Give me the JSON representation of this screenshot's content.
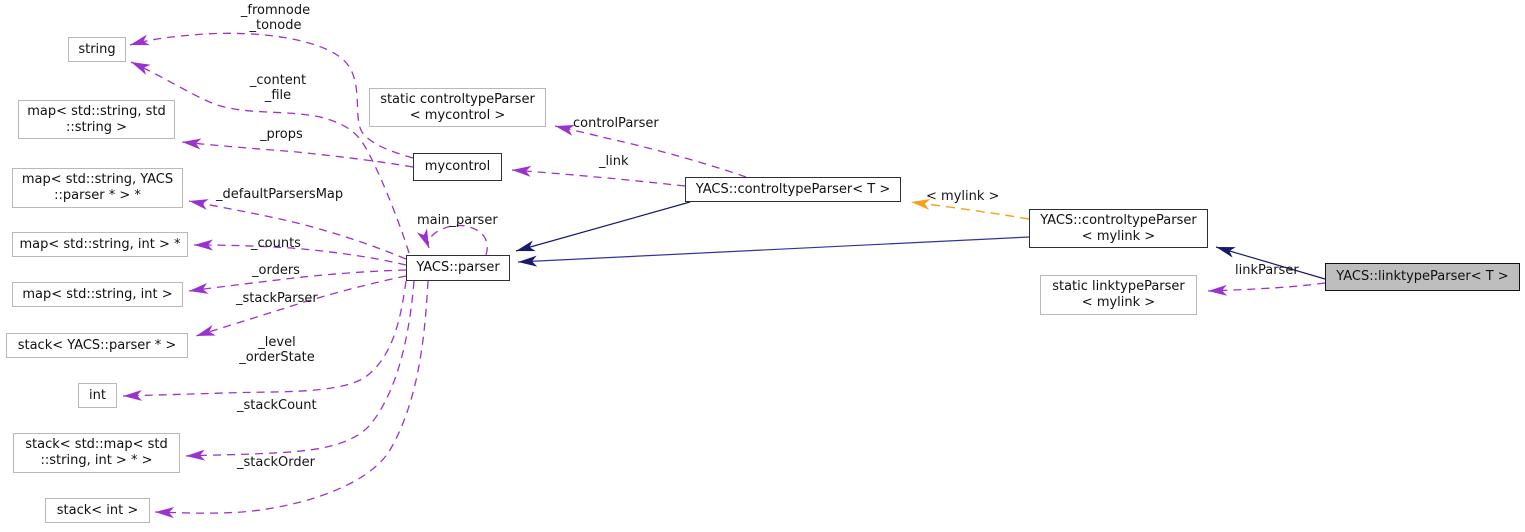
{
  "diagram_type": "collaboration-graph",
  "colors": {
    "member_edge": "#9a32cd",
    "inheritance_edge": "#191970",
    "template_edge": "#f7a11a",
    "node_background": "#ffffff",
    "node_border_light": "#b9b9b9",
    "node_border_dark": "#2f2f2f",
    "main_node_background": "#bebebe",
    "page_background": "#ffffff"
  },
  "nodes": {
    "string": {
      "lines": [
        "string"
      ]
    },
    "map_string_string": {
      "lines": [
        "map< std::string, std",
        "::string >"
      ]
    },
    "map_string_parser_ptr": {
      "lines": [
        "map< std::string, YACS",
        "::parser * > *"
      ]
    },
    "map_string_int_ptr": {
      "lines": [
        "map< std::string, int > *"
      ]
    },
    "map_string_int": {
      "lines": [
        "map< std::string, int >"
      ]
    },
    "stack_parser_ptr": {
      "lines": [
        "stack< YACS::parser * >"
      ]
    },
    "int": {
      "lines": [
        "int"
      ]
    },
    "stack_map": {
      "lines": [
        "stack< std::map< std",
        "::string, int > * >"
      ]
    },
    "stack_int": {
      "lines": [
        "stack< int >"
      ]
    },
    "static_controltypeparser": {
      "lines": [
        "static controltypeParser",
        "< mycontrol >"
      ]
    },
    "mycontrol": {
      "lines": [
        "mycontrol"
      ]
    },
    "yacs_parser": {
      "lines": [
        "YACS::parser"
      ]
    },
    "controltypeparser_t": {
      "lines": [
        "YACS::controltypeParser< T >"
      ]
    },
    "controltypeparser_mylink": {
      "lines": [
        "YACS::controltypeParser",
        "< mylink >"
      ]
    },
    "static_linktypeparser": {
      "lines": [
        "static linktypeParser",
        "< mylink >"
      ]
    },
    "linktypeparser_t": {
      "lines": [
        "YACS::linktypeParser< T >"
      ]
    }
  },
  "edge_labels": {
    "fromnode_tonode": {
      "lines": [
        "_fromnode",
        "_tonode"
      ]
    },
    "content_file": {
      "lines": [
        "_content",
        "_file"
      ]
    },
    "props": {
      "lines": [
        "_props"
      ]
    },
    "default_parsers_map": {
      "lines": [
        "_defaultParsersMap"
      ]
    },
    "counts": {
      "lines": [
        "_counts"
      ]
    },
    "orders": {
      "lines": [
        "_orders"
      ]
    },
    "stack_parser": {
      "lines": [
        "_stackParser"
      ]
    },
    "level_order_state": {
      "lines": [
        "_level",
        "_orderState"
      ]
    },
    "stack_count": {
      "lines": [
        "_stackCount"
      ]
    },
    "stack_order": {
      "lines": [
        "_stackOrder"
      ]
    },
    "main_parser": {
      "lines": [
        "main_parser"
      ]
    },
    "link": {
      "lines": [
        "_link"
      ]
    },
    "control_parser": {
      "lines": [
        "controlParser"
      ]
    },
    "template_mylink": {
      "lines": [
        "< mylink >"
      ]
    },
    "link_parser": {
      "lines": [
        "linkParser"
      ]
    }
  }
}
